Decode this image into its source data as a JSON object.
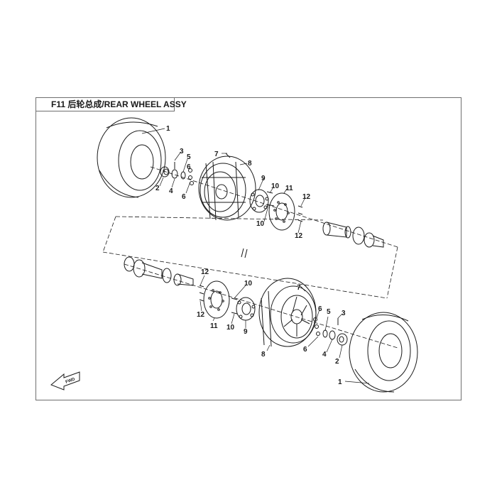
{
  "header": {
    "title": "F11 后轮总成/REAR WHEEL ASSY"
  },
  "callouts": {
    "tire": "1",
    "cap": "2",
    "cotter_pin": "3",
    "castle_nut": "4",
    "washer": "5",
    "lug_nut": "6",
    "valve": "7",
    "rim": "8",
    "hub": "9",
    "hub_bolt": "10",
    "brake_disc": "11",
    "disc_bolt": "12"
  },
  "direction_marker": {
    "label": "FWD"
  },
  "colors": {
    "line": "#1a1a1a",
    "frame": "#6e6e6e",
    "background": "#ffffff"
  }
}
